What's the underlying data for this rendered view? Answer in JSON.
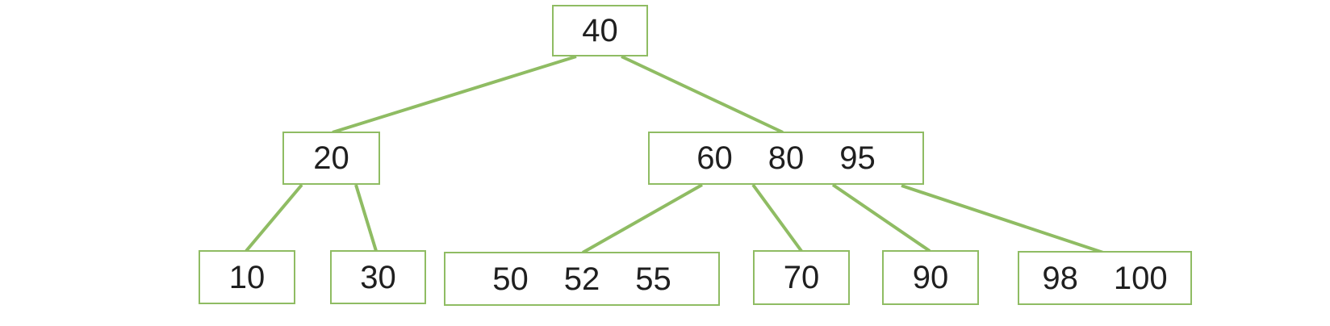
{
  "diagram": {
    "type": "b-tree",
    "colors": {
      "accent": "#8fbc63",
      "text": "#1f1f1f",
      "background": "#ffffff"
    },
    "nodes": [
      {
        "id": "40",
        "keys": [
          "40"
        ]
      },
      {
        "id": "20",
        "keys": [
          "20"
        ]
      },
      {
        "id": "60-80-95",
        "keys": [
          "60",
          "80",
          "95"
        ]
      },
      {
        "id": "10",
        "keys": [
          "10"
        ]
      },
      {
        "id": "30",
        "keys": [
          "30"
        ]
      },
      {
        "id": "50-52-55",
        "keys": [
          "50",
          "52",
          "55"
        ]
      },
      {
        "id": "70",
        "keys": [
          "70"
        ]
      },
      {
        "id": "90",
        "keys": [
          "90"
        ]
      },
      {
        "id": "98-100",
        "keys": [
          "98",
          "100"
        ]
      }
    ],
    "edges": [
      {
        "from": "40",
        "to": "20"
      },
      {
        "from": "40",
        "to": "60-80-95"
      },
      {
        "from": "20",
        "to": "10"
      },
      {
        "from": "20",
        "to": "30"
      },
      {
        "from": "60-80-95",
        "to": "50-52-55"
      },
      {
        "from": "60-80-95",
        "to": "70"
      },
      {
        "from": "60-80-95",
        "to": "90"
      },
      {
        "from": "60-80-95",
        "to": "98-100"
      }
    ]
  }
}
